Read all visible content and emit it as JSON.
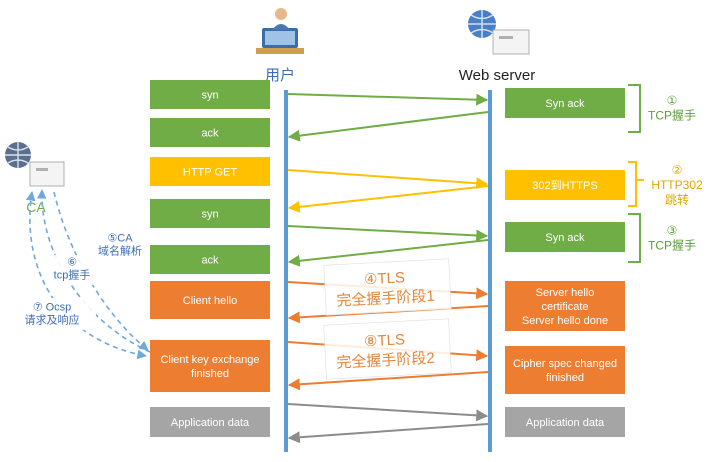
{
  "colors": {
    "green": "#70AD47",
    "yellow": "#FFC000",
    "orange": "#ED7D31",
    "gray": "#A5A5A5",
    "blue": "#5B9BD5",
    "dashed": "#6FA8DC",
    "label_orange": "#E3863A",
    "label_blue": "#3D6DB5"
  },
  "actors": {
    "user": "用户",
    "server": "Web server",
    "ca": "CA"
  },
  "left_boxes": [
    {
      "label": "syn",
      "color": "green"
    },
    {
      "label": "ack",
      "color": "green"
    },
    {
      "label": "HTTP GET",
      "color": "yellow"
    },
    {
      "label": "syn",
      "color": "green"
    },
    {
      "label": "ack",
      "color": "green"
    },
    {
      "label": "Client hello",
      "color": "orange"
    },
    {
      "label": "Client key exchange\nfinished",
      "color": "orange"
    },
    {
      "label": "Application data",
      "color": "gray"
    }
  ],
  "right_boxes": [
    {
      "label": "Syn ack",
      "color": "green"
    },
    {
      "label": "302到HTTPS",
      "color": "yellow"
    },
    {
      "label": "Syn ack",
      "color": "green"
    },
    {
      "label": "Server hello\ncertificate\nServer hello done",
      "color": "orange"
    },
    {
      "label": "Cipher spec changed\nfinished",
      "color": "orange"
    },
    {
      "label": "Application data",
      "color": "gray"
    }
  ],
  "phase_labels": [
    {
      "label": "①\nTCP握手",
      "color": "green"
    },
    {
      "label": "②\nHTTP302\n跳转",
      "color": "yellow"
    },
    {
      "label": "③\nTCP握手",
      "color": "green"
    }
  ],
  "tls_labels": [
    "④TLS\n完全握手阶段1",
    "⑧TLS\n完全握手阶段2"
  ],
  "ca_labels": [
    "⑤CA\n域名解析",
    "⑥\ntcp握手",
    "⑦ Ocsp\n请求及响应"
  ]
}
